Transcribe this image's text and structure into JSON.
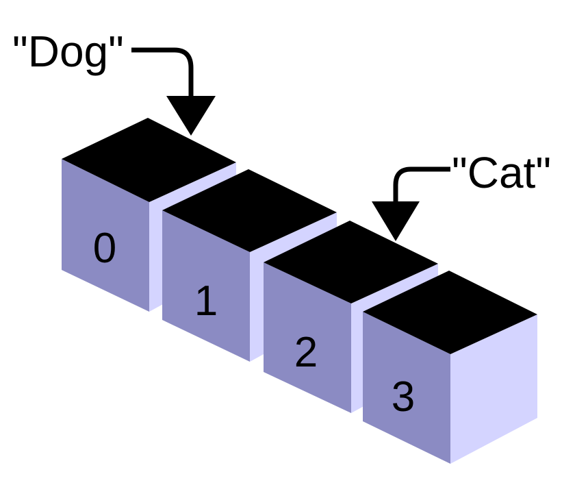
{
  "colors": {
    "background": "#ffffff",
    "cube_top": "#000000",
    "cube_front": "#8b8bc3",
    "cube_side": "#d4d4ff",
    "text": "#000000",
    "arrow": "#000000"
  },
  "cells": [
    {
      "index": "0"
    },
    {
      "index": "1"
    },
    {
      "index": "2"
    },
    {
      "index": "3"
    }
  ],
  "pointers": {
    "dog": {
      "label": "\"Dog\"",
      "target_index": "0"
    },
    "cat": {
      "label": "\"Cat\"",
      "target_index": "2"
    }
  }
}
